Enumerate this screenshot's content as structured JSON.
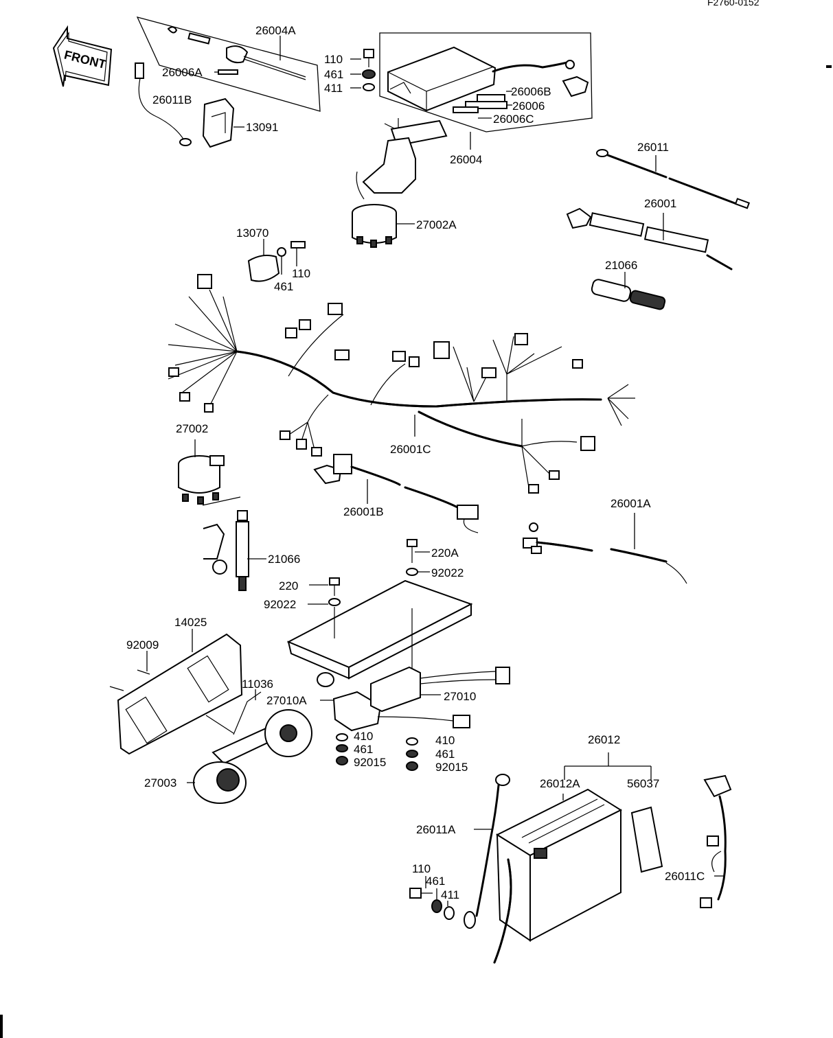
{
  "header": {
    "drawing_code": "F2760-0152"
  },
  "front_arrow": {
    "label": "FRONT"
  },
  "labels": {
    "p26004A": "26004A",
    "p26006A": "26006A",
    "p26011B": "26011B",
    "p13091": "13091",
    "p110a": "110",
    "p461a": "461",
    "p411a": "411",
    "p26006B": "26006B",
    "p26006": "26006",
    "p26006C": "26006C",
    "p26004": "26004",
    "p27002A": "27002A",
    "p26011": "26011",
    "p26001": "26001",
    "p21066a": "21066",
    "p13070": "13070",
    "p110b": "110",
    "p461b": "461",
    "p27002": "27002",
    "p26001C": "26001C",
    "p26001B": "26001B",
    "p26001A": "26001A",
    "p21066b": "21066",
    "p220A": "220A",
    "p92022a": "92022",
    "p220": "220",
    "p92022b": "92022",
    "p14025": "14025",
    "p92009": "92009",
    "p11036": "11036",
    "p27010A": "27010A",
    "p27010": "27010",
    "p410a": "410",
    "p461c": "461",
    "p92015a": "92015",
    "p410b": "410",
    "p461d": "461",
    "p92015b": "92015",
    "p27003": "27003",
    "p26012": "26012",
    "p26012A": "26012A",
    "p56037": "56037",
    "p26011A": "26011A",
    "p110c": "110",
    "p461e": "461",
    "p411b": "411",
    "p26011C": "26011C"
  }
}
